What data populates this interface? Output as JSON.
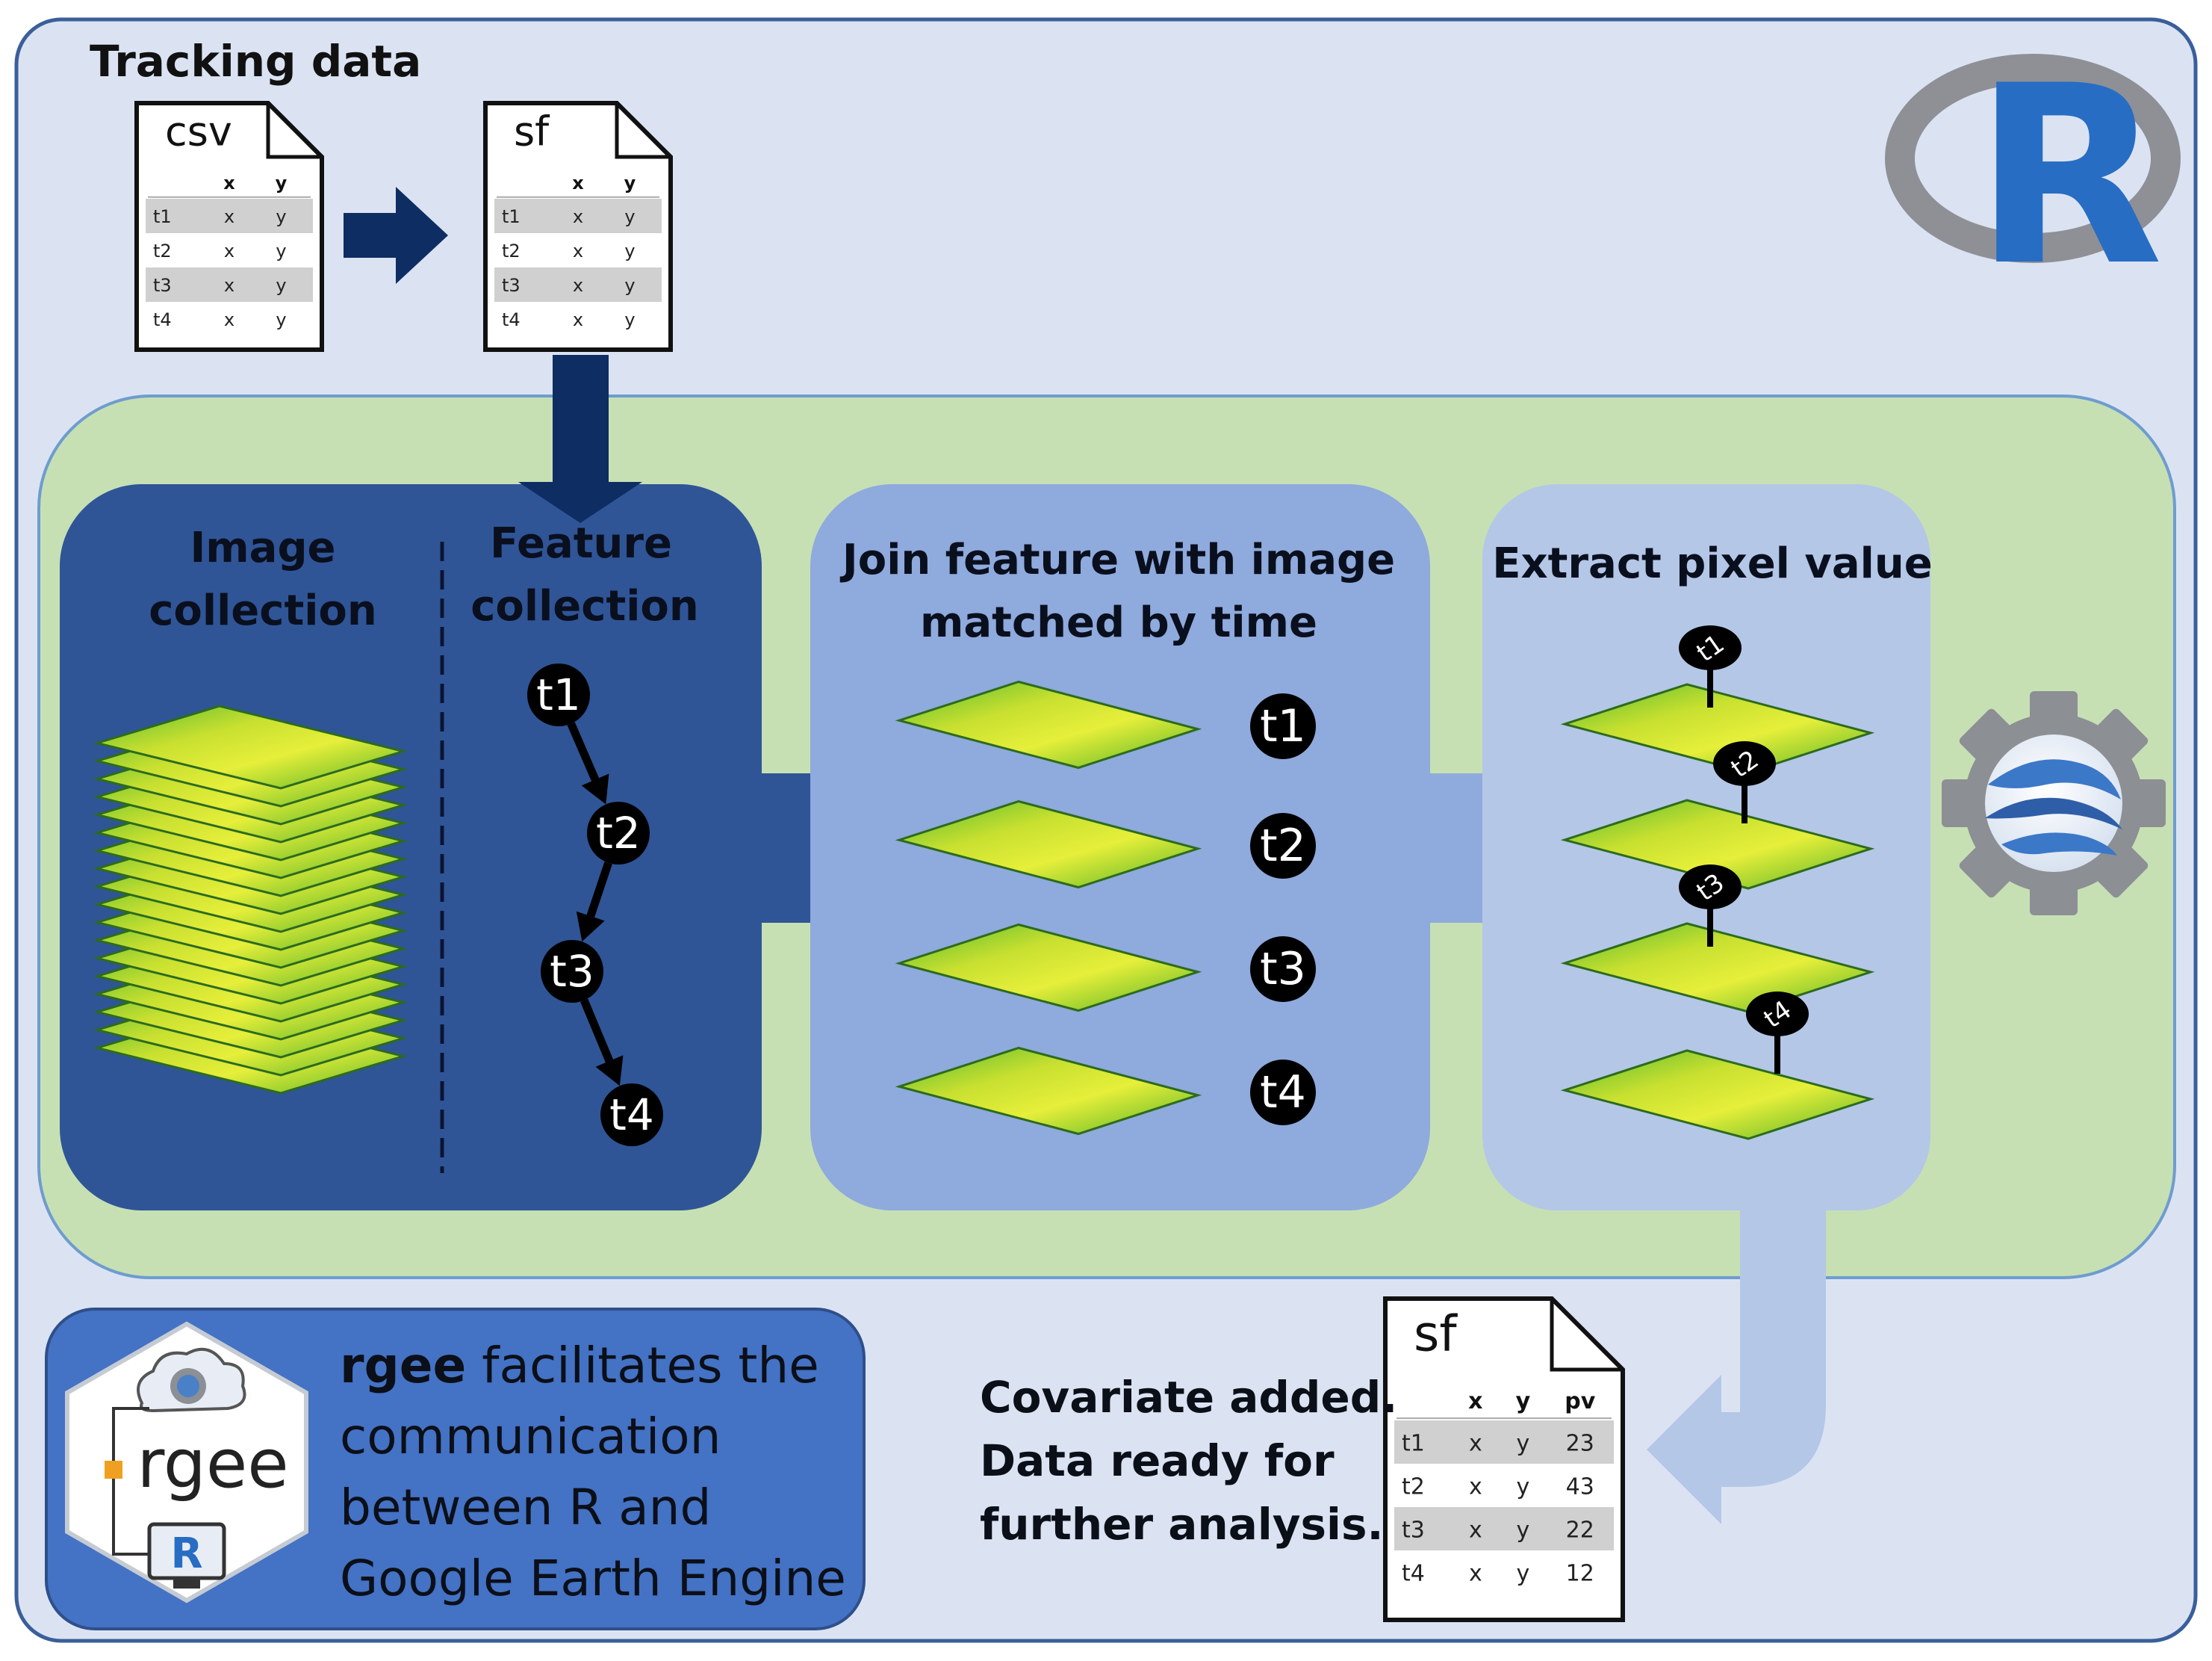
{
  "tracking": {
    "title": "Tracking data",
    "csv_doc": {
      "label": "csv",
      "headers": [
        "",
        "x",
        "y"
      ],
      "rows": [
        [
          "t1",
          "x",
          "y"
        ],
        [
          "t2",
          "x",
          "y"
        ],
        [
          "t3",
          "x",
          "y"
        ],
        [
          "t4",
          "x",
          "y"
        ]
      ]
    },
    "sf_doc": {
      "label": "sf",
      "headers": [
        "",
        "x",
        "y"
      ],
      "rows": [
        [
          "t1",
          "x",
          "y"
        ],
        [
          "t2",
          "x",
          "y"
        ],
        [
          "t3",
          "x",
          "y"
        ],
        [
          "t4",
          "x",
          "y"
        ]
      ]
    }
  },
  "r_logo": {
    "letter": "R"
  },
  "panels": {
    "collections": {
      "image_title": [
        "Image",
        "collection"
      ],
      "feature_title": [
        "Feature",
        "collection"
      ],
      "points": [
        "t1",
        "t2",
        "t3",
        "t4"
      ]
    },
    "join": {
      "title": [
        "Join feature with image",
        "matched by time"
      ],
      "labels": [
        "t1",
        "t2",
        "t3",
        "t4"
      ]
    },
    "extract": {
      "title": "Extract pixel value",
      "pins": [
        "t1",
        "t2",
        "t3",
        "t4"
      ]
    }
  },
  "rgee_box": {
    "logo_text": "rgee",
    "bold_word": "rgee",
    "line1_rest": " facilitates the",
    "lines": [
      "communication",
      "between R and",
      "Google Earth Engine"
    ]
  },
  "result": {
    "caption": [
      "Covariate added.",
      "Data ready for",
      "further analysis."
    ],
    "sf_doc": {
      "label": "sf",
      "headers": [
        "",
        "x",
        "y",
        "pv"
      ],
      "rows": [
        [
          "t1",
          "x",
          "y",
          "23"
        ],
        [
          "t2",
          "x",
          "y",
          "43"
        ],
        [
          "t3",
          "x",
          "y",
          "22"
        ],
        [
          "t4",
          "x",
          "y",
          "12"
        ]
      ]
    }
  },
  "colors": {
    "outer_bg": "#dbe3f3",
    "green_band": "#c6e0b4",
    "dark_panel": "#2f5597",
    "mid_panel": "#8faadc",
    "light_panel": "#b4c7e7",
    "arrow_navy": "#0e2d63",
    "r_blue": "#276dc3",
    "rgee_box": "#4472c4"
  }
}
